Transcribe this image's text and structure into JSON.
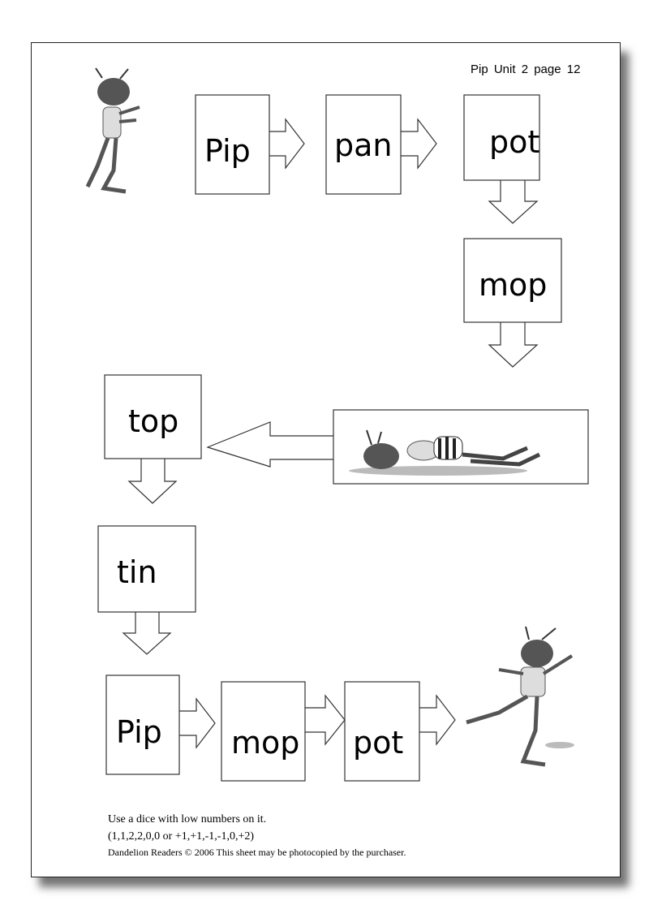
{
  "header": {
    "text": "Pip  Unit 2  page 12"
  },
  "words": [
    "Pip",
    "pan",
    "pot",
    "mop",
    "top",
    "tin",
    "Pip",
    "mop",
    "pot"
  ],
  "footer": {
    "instruction": "Use a dice with low numbers on it.",
    "dice_values": "(1,1,2,2,0,0 or +1,+1,-1,-1,0,+2)",
    "copyright": "Dandelion Readers © 2006  This sheet may be photocopied by the purchaser."
  }
}
